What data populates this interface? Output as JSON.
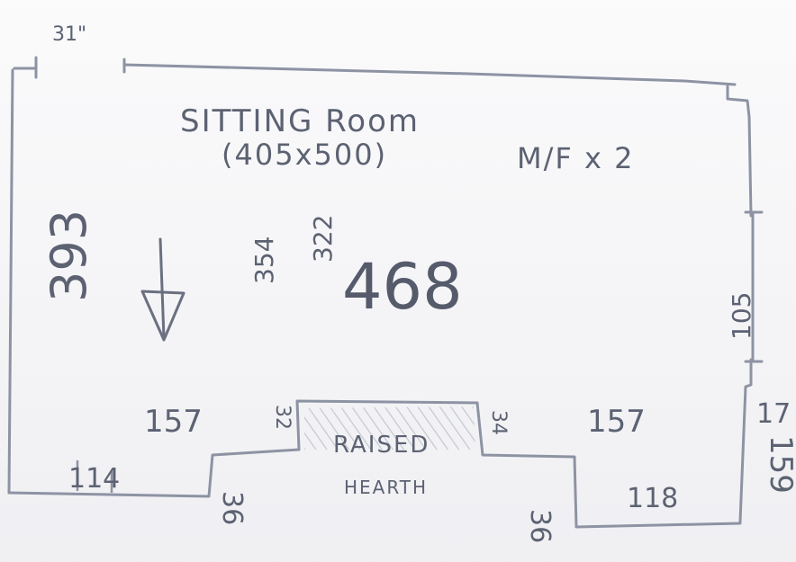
{
  "title": "SITTING Room",
  "dimensions_note": "(405x500)",
  "fixture_note": "M/F x 2",
  "door_width": "31\"",
  "room_width": "468",
  "left_height": "393",
  "inner_height_1": "354",
  "inner_height_2": "322",
  "right_window": "105",
  "right_offset": "17",
  "right_bottom": "159",
  "hearth_label": "RAISED",
  "hearth_label_2": "HEARTH",
  "left_alcove_depth": "157",
  "right_alcove_depth": "157",
  "hearth_left_step": "32",
  "hearth_right_step": "34",
  "bottom_left_width": "114",
  "bottom_right_width": "118",
  "step_left": "36",
  "step_right": "36"
}
